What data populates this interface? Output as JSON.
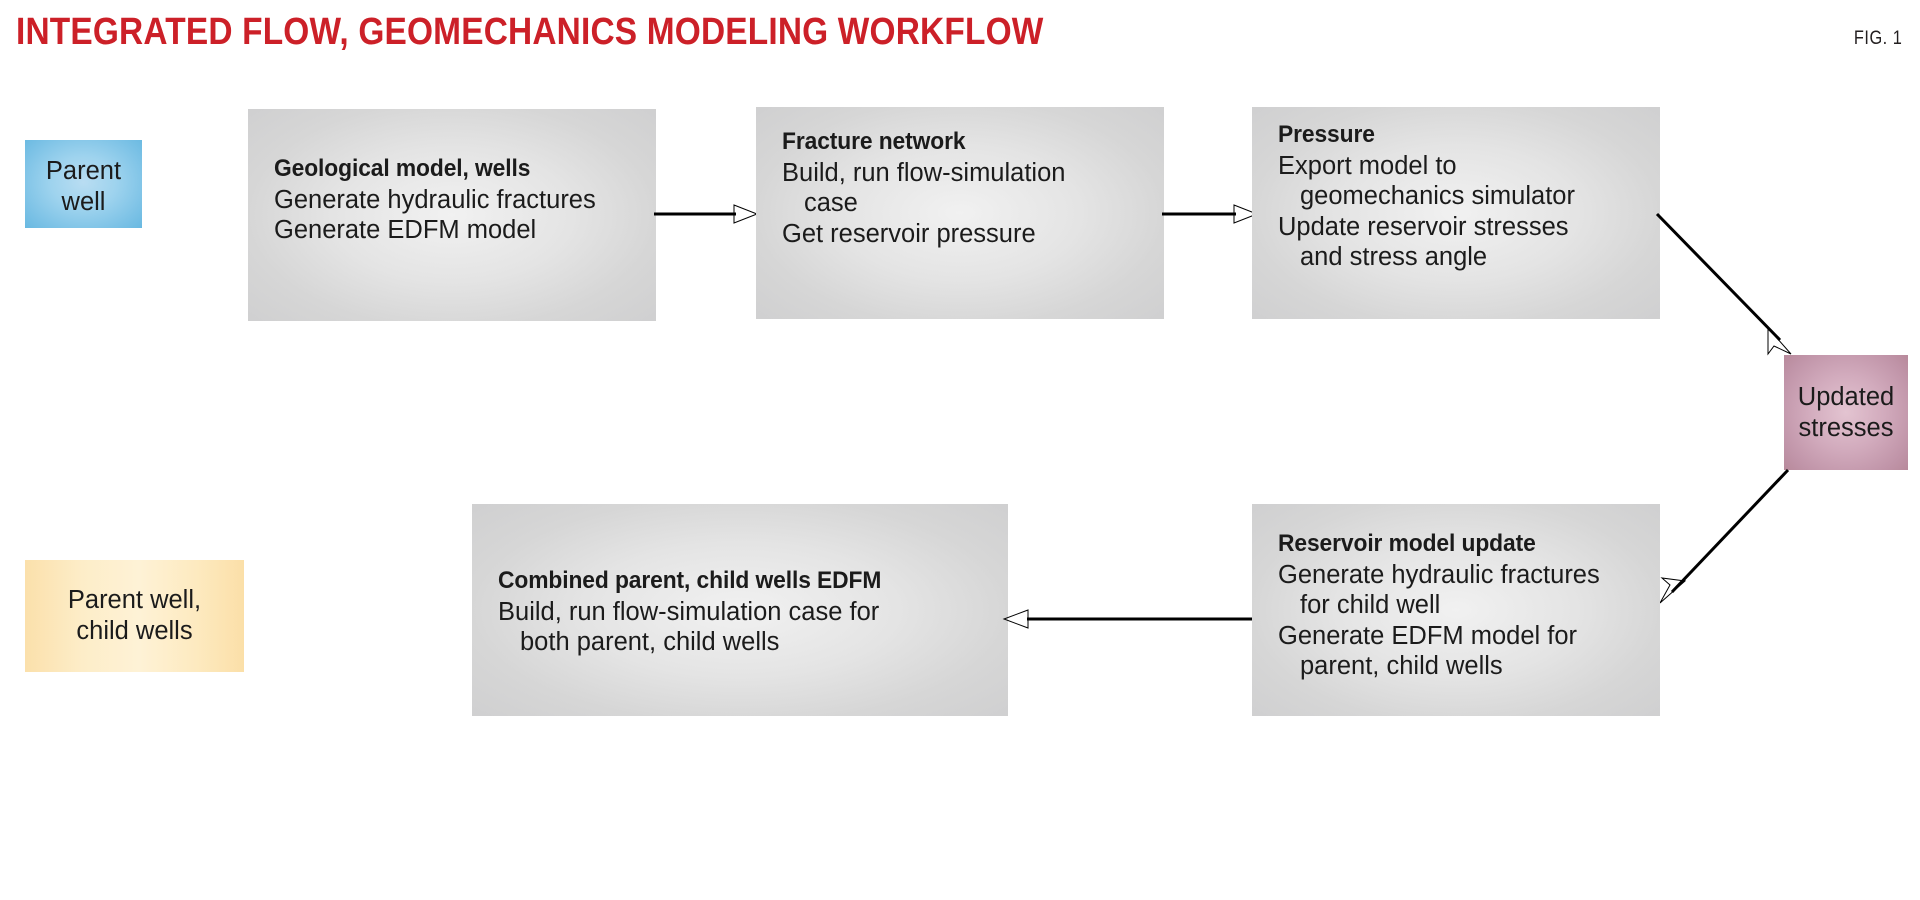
{
  "figure": {
    "title": "INTEGRATED FLOW, GEOMECHANICS MODELING WORKFLOW",
    "number": "FIG. 1",
    "title_color": "#cc2028",
    "text_color": "#1b1b1b"
  },
  "nodes": {
    "parent_well": {
      "kind": "terminal",
      "color": "#7cc2e6",
      "lines": [
        "Parent",
        "well"
      ]
    },
    "geological_model": {
      "kind": "process",
      "color": "#d6d6d6",
      "heading": "Geological model, wells",
      "lines": [
        {
          "text": "Generate hydraulic fractures",
          "indent": false
        },
        {
          "text": "Generate EDFM model",
          "indent": false
        }
      ]
    },
    "fracture_network": {
      "kind": "process",
      "color": "#d6d6d6",
      "heading": "Fracture network",
      "lines": [
        {
          "text": "Build, run flow-simulation",
          "indent": false
        },
        {
          "text": "case",
          "indent": true
        },
        {
          "text": "Get reservoir pressure",
          "indent": false
        }
      ]
    },
    "pressure": {
      "kind": "process",
      "color": "#d6d6d6",
      "heading": "Pressure",
      "lines": [
        {
          "text": "Export model to",
          "indent": false
        },
        {
          "text": "geomechanics simulator",
          "indent": true
        },
        {
          "text": "Update reservoir stresses",
          "indent": false
        },
        {
          "text": "and stress angle",
          "indent": true
        }
      ]
    },
    "updated_stresses": {
      "kind": "terminal",
      "color": "#c094a8",
      "lines": [
        "Updated",
        "stresses"
      ]
    },
    "reservoir_model_update": {
      "kind": "process",
      "color": "#d6d6d6",
      "heading": "Reservoir model update",
      "lines": [
        {
          "text": "Generate hydraulic fractures",
          "indent": false
        },
        {
          "text": "for child well",
          "indent": true
        },
        {
          "text": "Generate EDFM model for",
          "indent": false
        },
        {
          "text": "parent, child wells",
          "indent": true
        }
      ]
    },
    "combined_edfm": {
      "kind": "process",
      "color": "#d6d6d6",
      "heading": "Combined parent, child wells EDFM",
      "lines": [
        {
          "text": "Build, run flow-simulation case for",
          "indent": false
        },
        {
          "text": "both parent, child wells",
          "indent": true
        }
      ]
    },
    "parent_child_wells": {
      "kind": "terminal",
      "color": "#fbdfa8",
      "lines": [
        "Parent well,",
        "child wells"
      ]
    }
  },
  "connectors": [
    {
      "name": "geological-to-fracture",
      "direction": "right"
    },
    {
      "name": "fracture-to-pressure",
      "direction": "right"
    },
    {
      "name": "pressure-to-updated-stresses",
      "direction": "down-right"
    },
    {
      "name": "updated-stresses-to-reservoir",
      "direction": "down-left"
    },
    {
      "name": "reservoir-to-combined",
      "direction": "left"
    }
  ]
}
